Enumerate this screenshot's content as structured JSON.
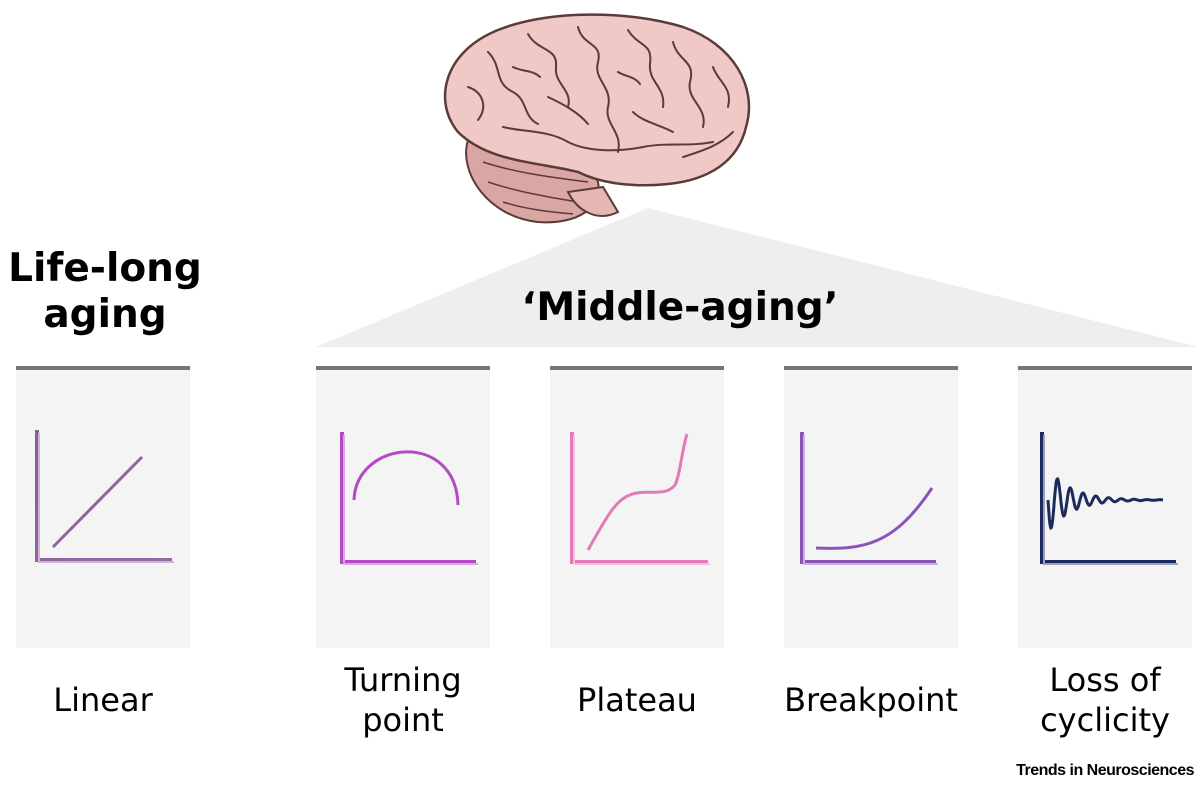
{
  "headings": {
    "life_long": "Life-long aging",
    "middle": "‘Middle-aging’"
  },
  "panels": [
    {
      "label": "Linear",
      "color": "#8a5a9a",
      "trajectory": "linear increase"
    },
    {
      "label": "Turning point",
      "color": "#b34ac4",
      "trajectory": "rise then fall"
    },
    {
      "label": "Plateau",
      "color": "#e07ab8",
      "trajectory": "rise, plateau, rise"
    },
    {
      "label": "Breakpoint",
      "color": "#8b55b8",
      "trajectory": "flat then accelerating rise"
    },
    {
      "label": "Loss of cyclicity",
      "color": "#1f2a5c",
      "trajectory": "damped oscillation then flat"
    }
  ],
  "credit": "Trends in Neurosciences",
  "colors": {
    "brain": "#f0c8c6",
    "brain_outline": "#5a3a3a",
    "roof": "#eeeeee",
    "panel_bg": "#f4f4f4",
    "panel_bar": "#787374"
  }
}
